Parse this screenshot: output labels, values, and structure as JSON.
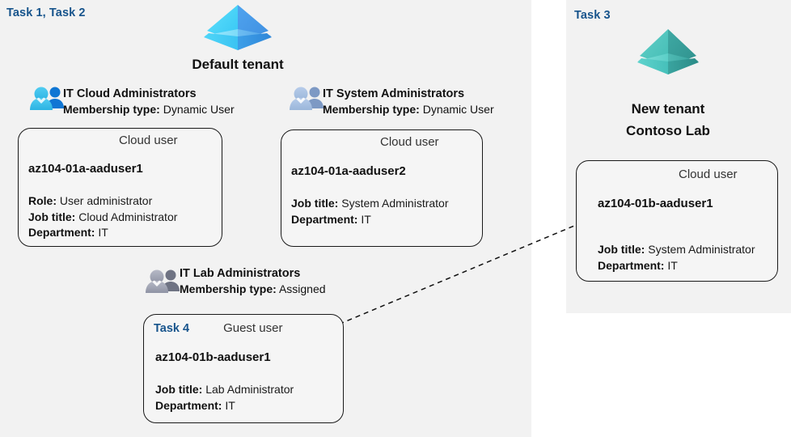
{
  "panels": {
    "left": {
      "task_label": "Task 1, Task 2"
    },
    "right": {
      "task_label": "Task 3"
    }
  },
  "tenants": [
    {
      "name": "Default tenant",
      "icon": "azure-ad-tenant-icon",
      "color": "#34b3f1"
    },
    {
      "name_line1": "New  tenant",
      "name_line2": "Contoso Lab",
      "icon": "azure-ad-tenant-icon",
      "color": "#3fb8b0"
    }
  ],
  "groups": [
    {
      "name": "IT Cloud Administrators",
      "membership_label": "Membership type:",
      "membership_value": "Dynamic User",
      "icon": "group-users-icon",
      "color": "#29b6e8"
    },
    {
      "name": "IT System Administrators",
      "membership_label": "Membership type:",
      "membership_value": "Dynamic User",
      "icon": "group-users-icon",
      "color": "#9fb9dc"
    },
    {
      "name": "IT Lab Administrators",
      "membership_label": "Membership type:",
      "membership_value": "Assigned",
      "icon": "group-users-icon",
      "color": "#9b9eae"
    }
  ],
  "cards": [
    {
      "kind": "Cloud user",
      "icon": "cloud-user-icon",
      "username": "az104-01a-aaduser1",
      "attributes": [
        {
          "label": "Role:",
          "value": "User administrator"
        },
        {
          "label": "Job title:",
          "value": "Cloud Administrator"
        },
        {
          "label": "Department:",
          "value": "IT"
        }
      ]
    },
    {
      "kind": "Cloud user",
      "icon": "cloud-user-icon",
      "username": "az104-01a-aaduser2",
      "attributes": [
        {
          "label": "Job title:",
          "value": "System Administrator"
        },
        {
          "label": "Department:",
          "value": "IT"
        }
      ]
    },
    {
      "task": "Task 4",
      "kind": "Guest user",
      "icon": "guest-user-icon",
      "username": "az104-01b-aaduser1",
      "attributes": [
        {
          "label": "Job title:",
          "value": "Lab Administrator"
        },
        {
          "label": "Department:",
          "value": "IT"
        }
      ]
    },
    {
      "kind": "Cloud user",
      "icon": "cloud-user-icon",
      "username": "az104-01b-aaduser1",
      "attributes": [
        {
          "label": "Job title:",
          "value": "System Administrator"
        },
        {
          "label": "Department:",
          "value": "IT"
        }
      ]
    }
  ],
  "connector": {
    "name": "guest-to-cloud-user-arrow",
    "style": "dashed-arrow"
  },
  "colors": {
    "task_blue": "#17548c",
    "panel_bg": "#f2f2f2",
    "card_bg": "#f5f5f5",
    "card_border": "#1a1a1a"
  }
}
